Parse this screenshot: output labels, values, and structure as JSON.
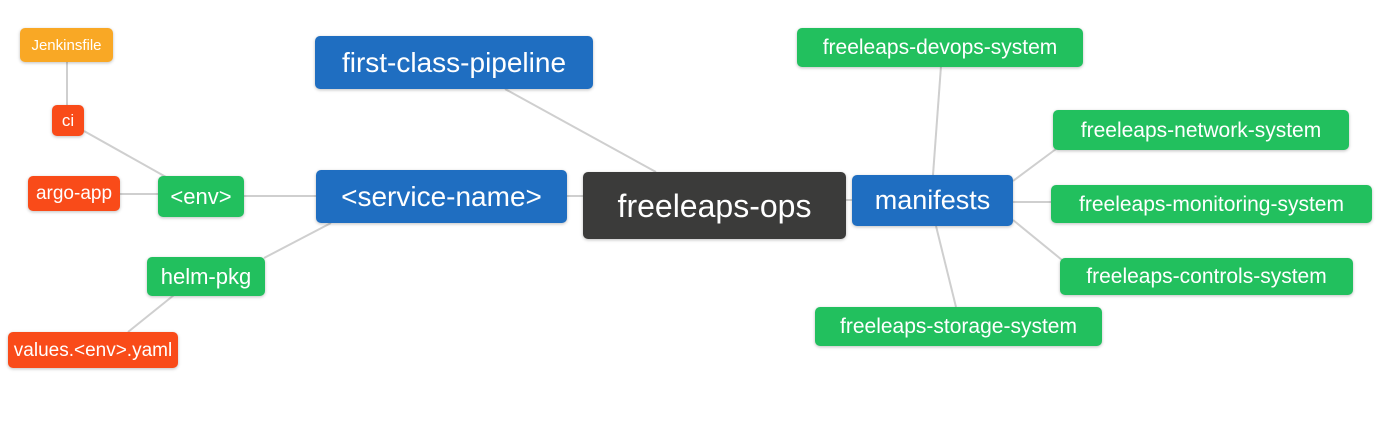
{
  "diagram": {
    "type": "mindmap",
    "root_label": "freeleaps-ops"
  },
  "colors": {
    "background": "#ffffff",
    "root_node": "#3b3b3a",
    "branch_blue": "#1f6ec1",
    "leaf_green": "#22c05e",
    "leaf_red": "#f94b19",
    "leaf_orange": "#f9a825",
    "edge": "#cfcfcf",
    "node_text": "#ffffff"
  },
  "nodes": {
    "root": {
      "label": "freeleaps-ops",
      "color": "root_node"
    },
    "first_class_pipeline": {
      "label": "first-class-pipeline",
      "color": "branch_blue"
    },
    "service_name": {
      "label": "<service-name>",
      "color": "branch_blue"
    },
    "manifests": {
      "label": "manifests",
      "color": "branch_blue"
    },
    "env": {
      "label": "<env>",
      "color": "leaf_green"
    },
    "helm_pkg": {
      "label": "helm-pkg",
      "color": "leaf_green"
    },
    "ci": {
      "label": "ci",
      "color": "leaf_red"
    },
    "argo_app": {
      "label": "argo-app",
      "color": "leaf_red"
    },
    "jenkinsfile": {
      "label": "Jenkinsfile",
      "color": "leaf_orange"
    },
    "values_env_yaml": {
      "label": "values.<env>.yaml",
      "color": "leaf_red"
    },
    "devops_system": {
      "label": "freeleaps-devops-system",
      "color": "leaf_green"
    },
    "network_system": {
      "label": "freeleaps-network-system",
      "color": "leaf_green"
    },
    "monitoring_system": {
      "label": "freeleaps-monitoring-system",
      "color": "leaf_green"
    },
    "controls_system": {
      "label": "freeleaps-controls-system",
      "color": "leaf_green"
    },
    "storage_system": {
      "label": "freeleaps-storage-system",
      "color": "leaf_green"
    }
  },
  "edges": [
    {
      "from": "jenkinsfile",
      "to": "ci"
    },
    {
      "from": "ci",
      "to": "env"
    },
    {
      "from": "argo_app",
      "to": "env"
    },
    {
      "from": "env",
      "to": "service_name"
    },
    {
      "from": "helm_pkg",
      "to": "service_name"
    },
    {
      "from": "values_env_yaml",
      "to": "helm_pkg"
    },
    {
      "from": "service_name",
      "to": "root"
    },
    {
      "from": "first_class_pipeline",
      "to": "root"
    },
    {
      "from": "root",
      "to": "manifests"
    },
    {
      "from": "manifests",
      "to": "devops_system"
    },
    {
      "from": "manifests",
      "to": "network_system"
    },
    {
      "from": "manifests",
      "to": "monitoring_system"
    },
    {
      "from": "manifests",
      "to": "controls_system"
    },
    {
      "from": "manifests",
      "to": "storage_system"
    }
  ]
}
